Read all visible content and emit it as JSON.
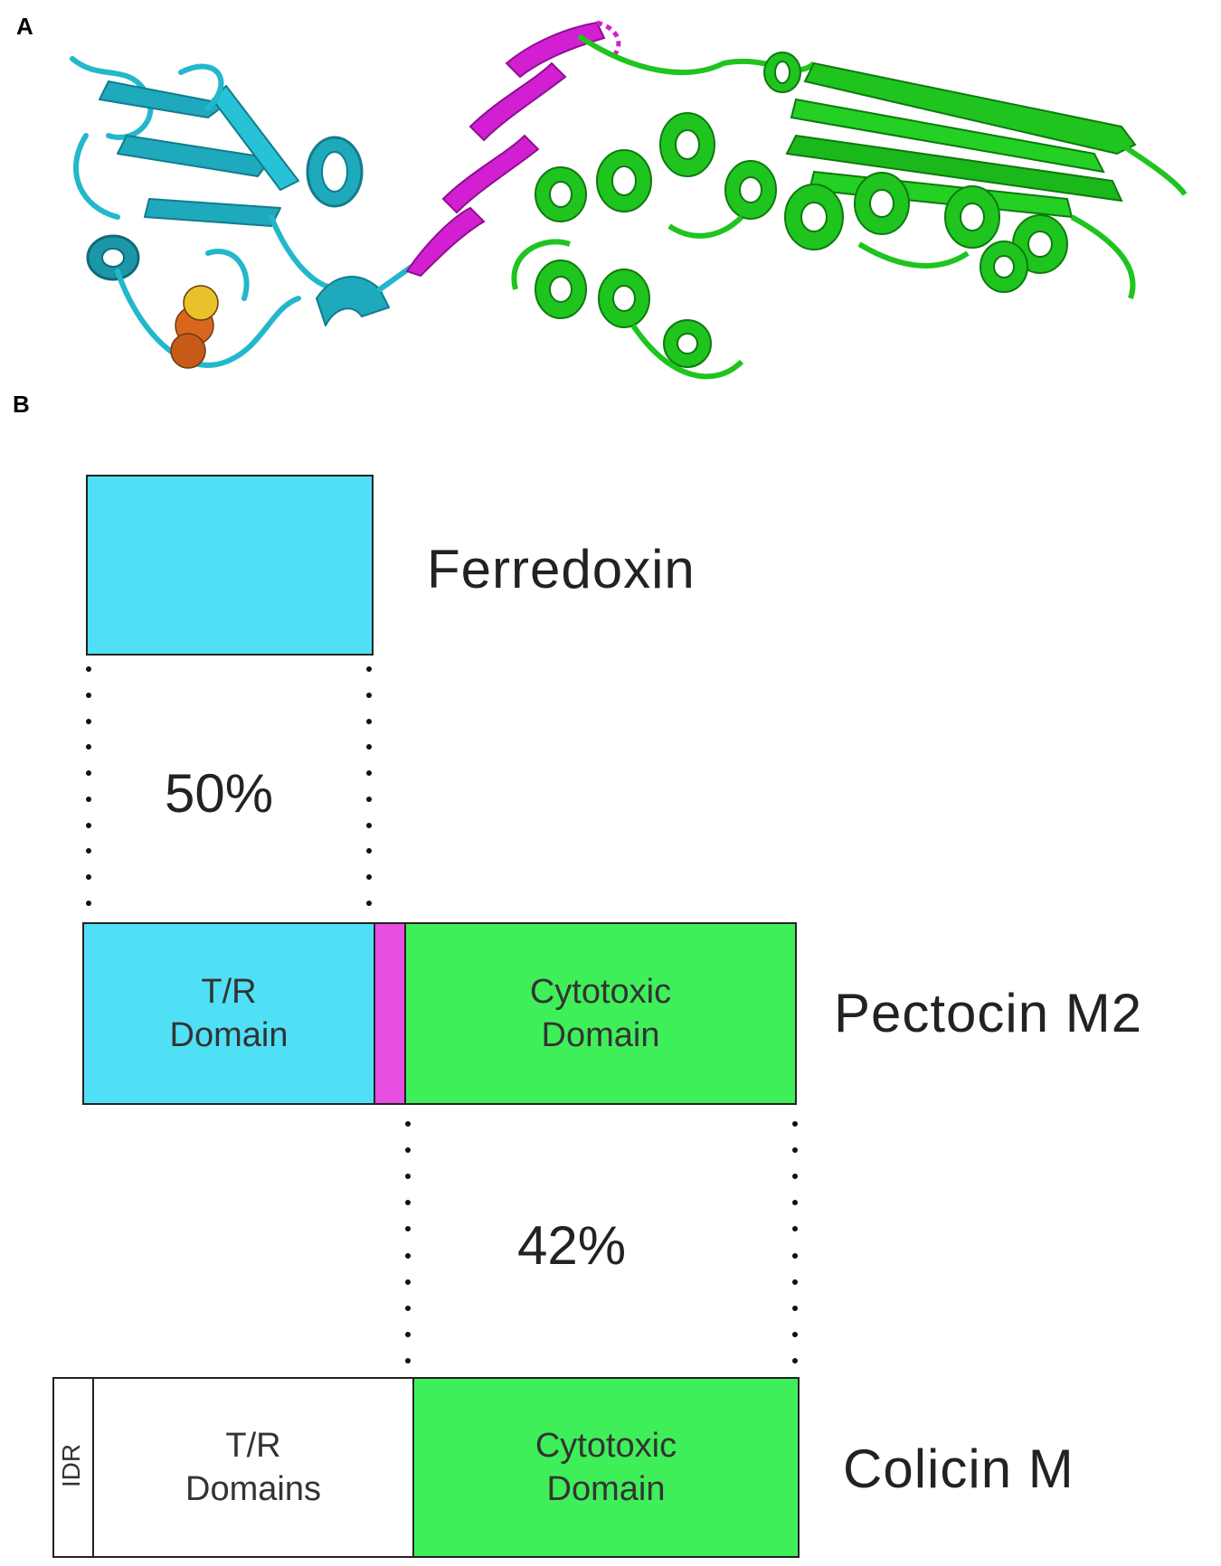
{
  "panels": {
    "a_label": "A",
    "b_label": "B"
  },
  "colors": {
    "ferredoxin": "#4fe0f5",
    "linker": "#e64fe0",
    "cytotoxic": "#3fef5a",
    "structure_cyan": "#22b8cc",
    "structure_magenta": "#d21fd2",
    "structure_green": "#1fc41f",
    "fes_cluster_orange": "#d8671d",
    "fes_cluster_yellow": "#e8c22a"
  },
  "diagram": {
    "ferredoxin": {
      "name": "Ferredoxin"
    },
    "identity_top": "50%",
    "pectocin": {
      "name": "Pectocin M2",
      "tr_line1": "T/R",
      "tr_line2": "Domain",
      "cyto_line1": "Cytotoxic",
      "cyto_line2": "Domain"
    },
    "identity_bottom": "42%",
    "colicin": {
      "name": "Colicin M",
      "idr": "IDR",
      "tr_line1": "T/R",
      "tr_line2": "Domains",
      "cyto_line1": "Cytotoxic",
      "cyto_line2": "Domain"
    }
  }
}
